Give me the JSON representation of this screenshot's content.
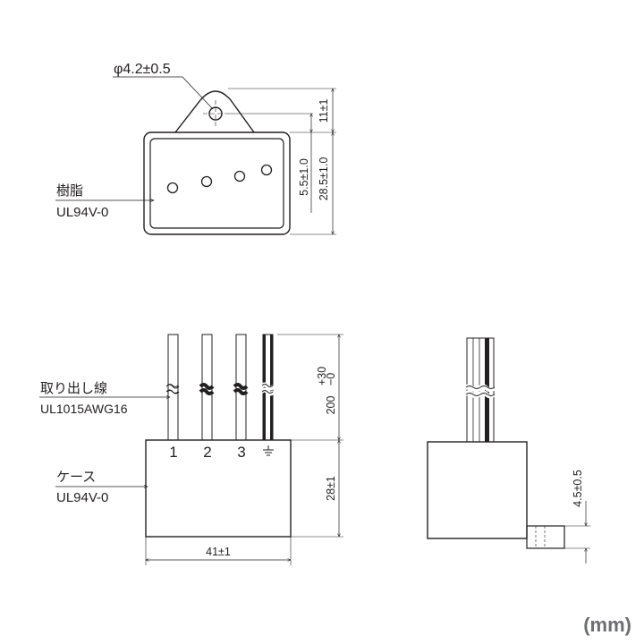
{
  "top_view": {
    "hole_dim": "φ4.2±0.5",
    "tab_dim": "11±1",
    "pin_offset_dim": "5.5±1.0",
    "height_dim": "28.5±1.0",
    "material_label": "樹脂",
    "material_grade": "UL94V-0"
  },
  "front_view": {
    "lead_label": "取り出し線",
    "lead_spec": "UL1015AWG16",
    "case_label": "ケース",
    "case_grade": "UL94V-0",
    "lead_length_main": "200",
    "lead_length_plus": "+30",
    "lead_length_minus": "−0",
    "case_height_dim": "28±1",
    "width_dim": "41±1",
    "pin_labels": [
      "1",
      "2",
      "3"
    ],
    "ground_symbol": "⏚"
  },
  "side_view": {
    "tab_height_dim": "4.5±0.5"
  },
  "unit": "(mm)"
}
